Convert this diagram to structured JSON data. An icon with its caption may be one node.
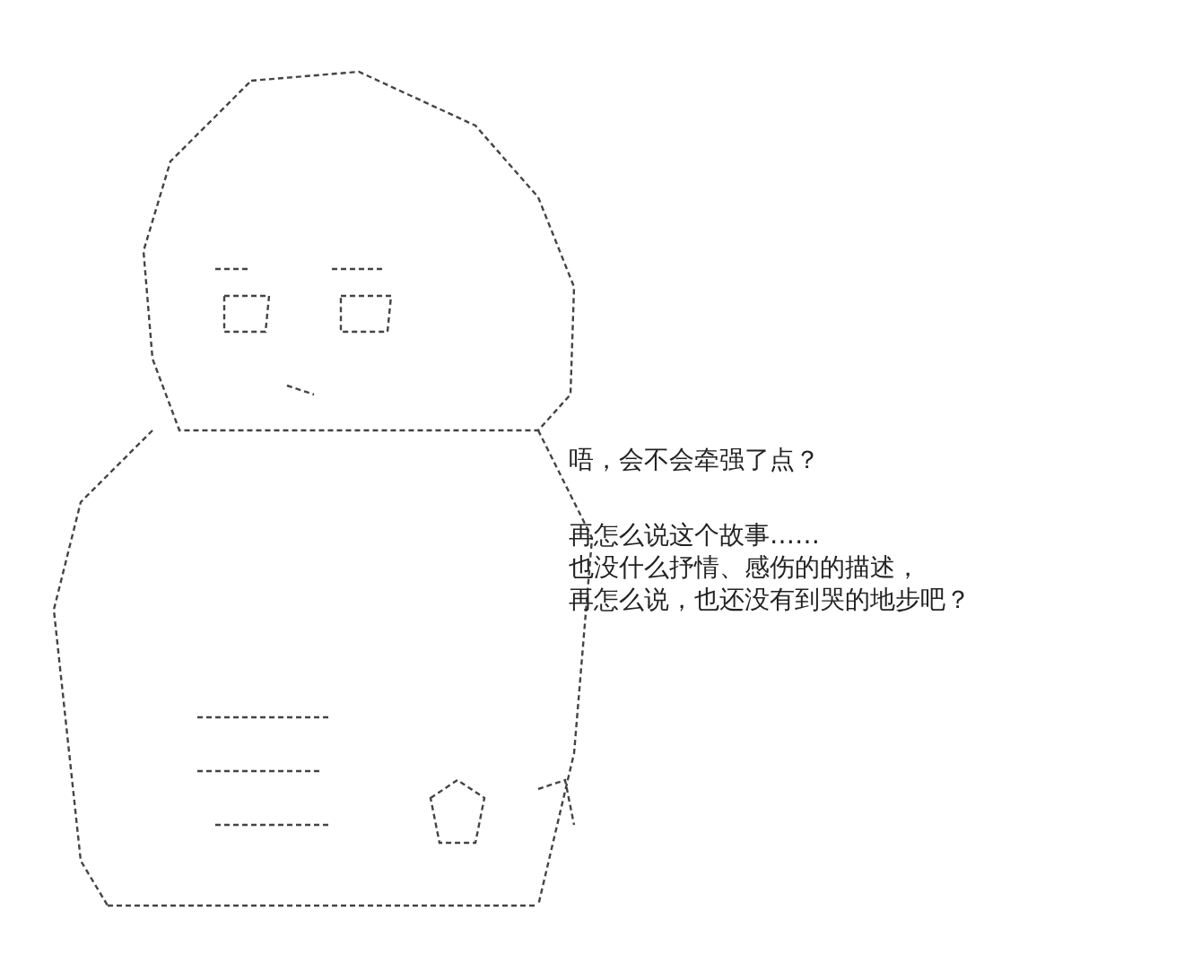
{
  "diagram": {
    "labels": [
      "唔，会不会牵强了点？",
      "再怎么说这个故事……",
      "也没什么抒情、感伤的的描述，",
      "再怎么说，也还没有到哭的地步吧？"
    ]
  }
}
